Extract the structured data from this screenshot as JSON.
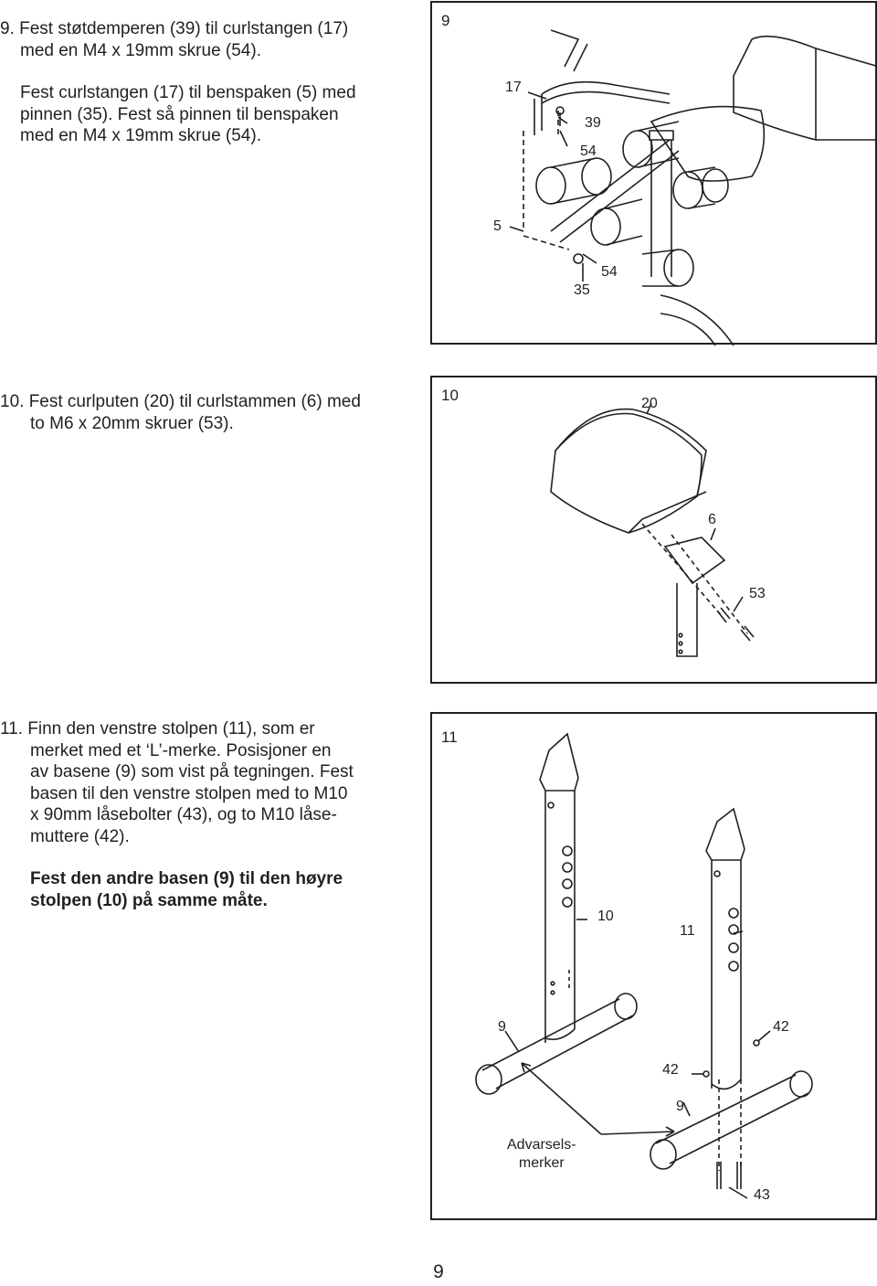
{
  "step9": {
    "line1": "9. Fest støtdemperen (39) til curlstangen (17)",
    "line2": "med en M4 x 19mm skrue (54).",
    "line3": "Fest curlstangen (17) til benspaken (5) med",
    "line4": "pinnen (35). Fest så pinnen til benspaken",
    "line5": "med en M4 x 19mm skrue (54).",
    "figure_number": "9",
    "callouts": [
      "17",
      "39",
      "54",
      "5",
      "54",
      "35"
    ]
  },
  "step10": {
    "line1": "10. Fest curlputen (20) til curlstammen (6) med",
    "line2": "to M6 x 20mm skruer (53).",
    "figure_number": "10",
    "callouts": [
      "20",
      "6",
      "53"
    ]
  },
  "step11": {
    "line1": "11. Finn den venstre stolpen (11), som er",
    "line2": "merket med et ‘L’-merke. Posisjoner en",
    "line3": "av basene (9) som vist på tegningen. Fest",
    "line4": "basen til den venstre stolpen med to M10",
    "line5": "x 90mm låsebolter (43), og to M10 låse-",
    "line6": "muttere (42).",
    "bold1": "Fest den andre basen (9) til den høyre",
    "bold2": "stolpen (10) på samme måte.",
    "figure_number": "11",
    "callouts": [
      "10",
      "11",
      "9",
      "42",
      "42",
      "9",
      "43"
    ],
    "warning_line1": "Advarsels-",
    "warning_line2": "merker"
  },
  "page_number": "9"
}
